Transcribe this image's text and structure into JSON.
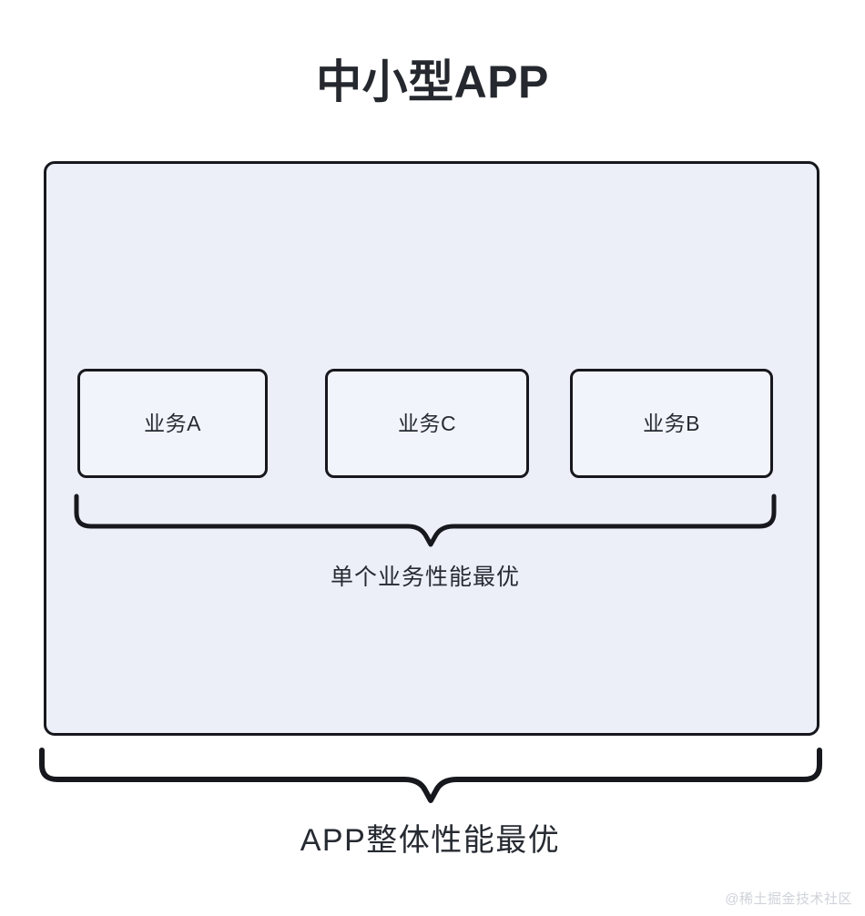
{
  "diagram": {
    "title": "中小型APP",
    "watermark": "@稀土掘金技术社区",
    "colors": {
      "page_background": "#ffffff",
      "container_fill": "#eceff8",
      "box_fill": "#f2f4fb",
      "stroke": "#16181d",
      "text": "#262a31",
      "watermark_text": "#cfd2d8"
    },
    "container": {
      "name": "app-container",
      "label": ""
    },
    "boxes": [
      {
        "label": "业务A"
      },
      {
        "label": "业务C"
      },
      {
        "label": "业务B"
      }
    ],
    "braces": [
      {
        "name": "inner-brace",
        "caption": "单个业务性能最优",
        "spans": "业务A 业务C 业务B"
      },
      {
        "name": "outer-brace",
        "caption": "APP整体性能最优",
        "spans": "中小型APP"
      }
    ]
  }
}
